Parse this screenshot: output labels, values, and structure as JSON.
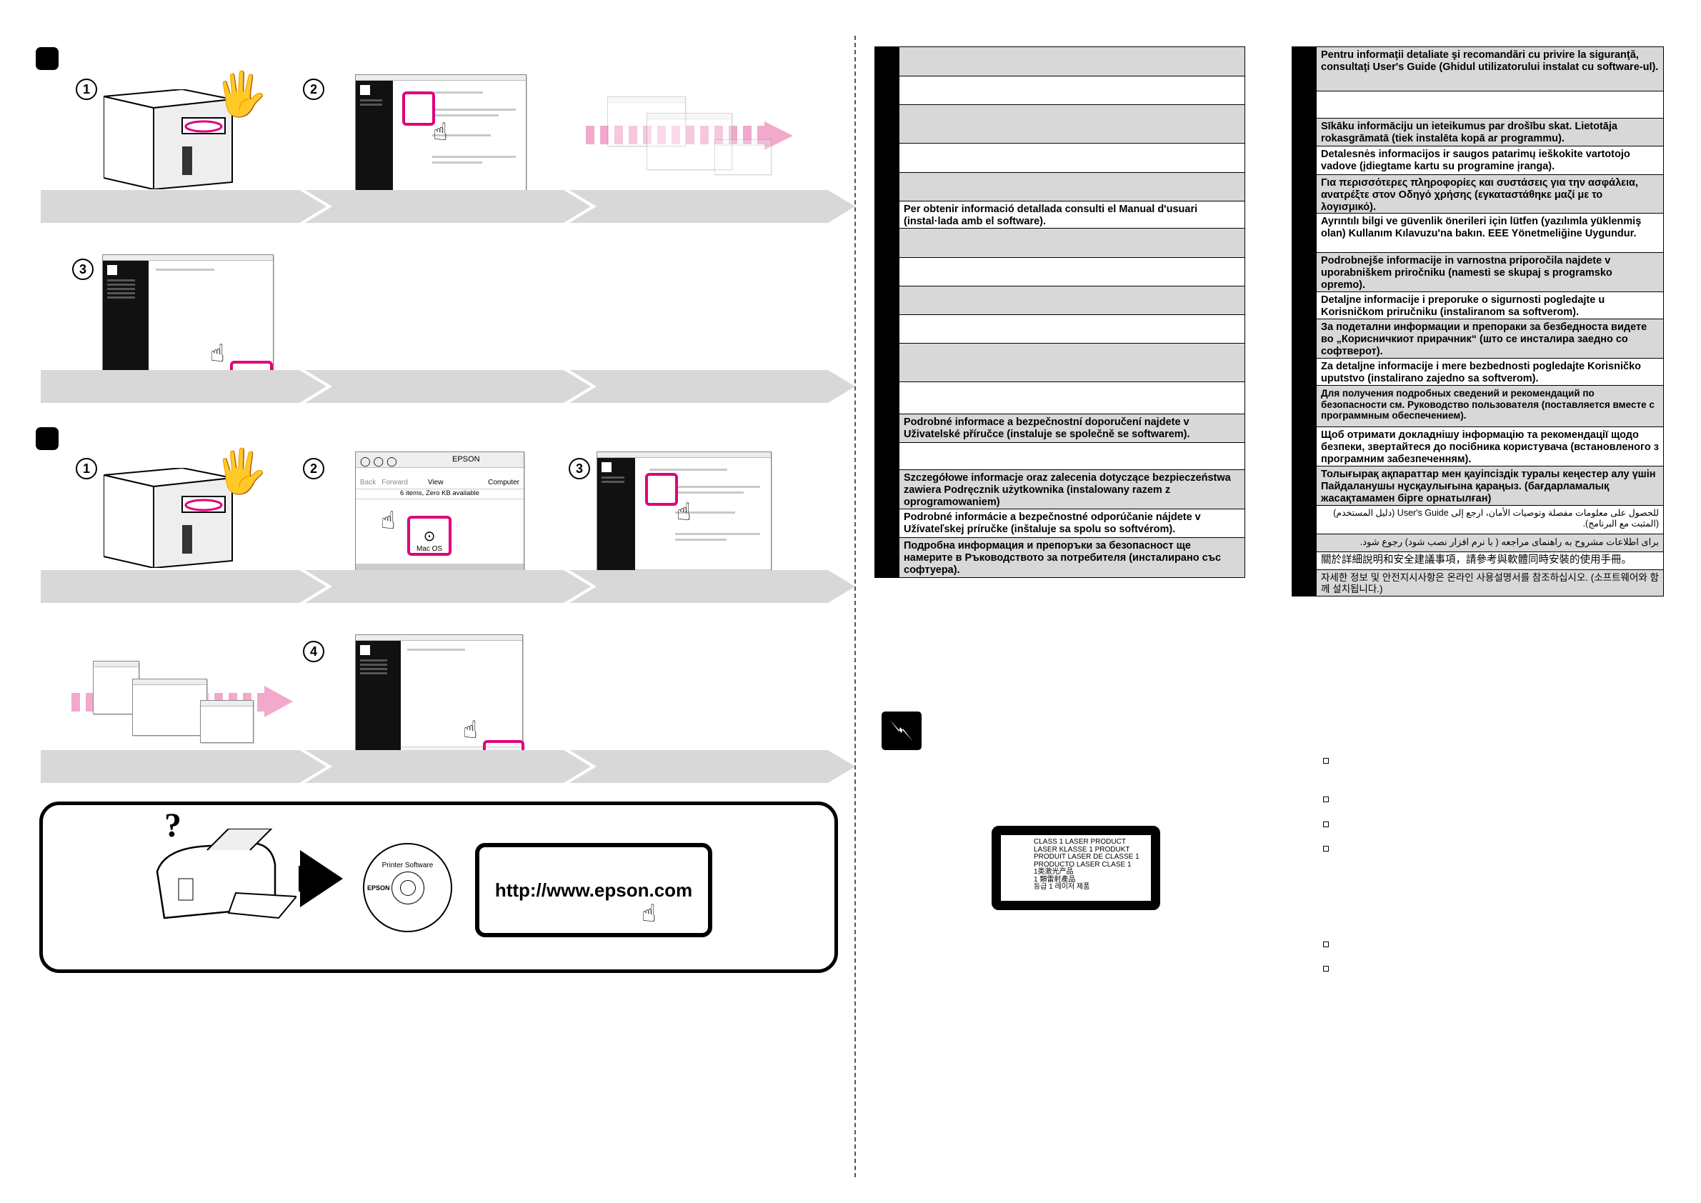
{
  "steps_windows": {
    "step_numbers": [
      "1",
      "2",
      "3",
      "4"
    ]
  },
  "mac_screen": {
    "brand": "EPSON",
    "btn_back": "Back",
    "btn_forward": "Forward",
    "btn_view": "View",
    "btn_computer": "Computer",
    "status": "6 items, Zero KB available",
    "icon_label": "Mac OS"
  },
  "help_box": {
    "question_mark": "?",
    "cd_label_top": "Printer Software",
    "cd_label_brand": "EPSON",
    "url": "http://www.epson.com"
  },
  "middle_table": [
    {
      "text": "",
      "shade": "g"
    },
    {
      "text": "",
      "shade": "w"
    },
    {
      "text": "",
      "shade": "g"
    },
    {
      "text": "",
      "shade": "w"
    },
    {
      "text": "",
      "shade": "g"
    },
    {
      "text": "Per obtenir informació detallada consulti el Manual d'usuari (instal·lada amb el software).",
      "shade": "w"
    },
    {
      "text": "",
      "shade": "g"
    },
    {
      "text": "",
      "shade": "w"
    },
    {
      "text": "",
      "shade": "g"
    },
    {
      "text": "",
      "shade": "w"
    },
    {
      "text": "",
      "shade": "g"
    },
    {
      "text": "",
      "shade": "w"
    },
    {
      "text": "Podrobné informace a bezpečnostní doporučení najdete v Uživatelské příručce (instaluje se společně se softwarem).",
      "shade": "g"
    },
    {
      "text": "",
      "shade": "w"
    },
    {
      "text": "Szczegółowe informacje oraz zalecenia dotyczące bezpieczeństwa zawiera Podręcznik użytkownika (instalowany razem z oprogramowaniem)",
      "shade": "g"
    },
    {
      "text": "Podrobné informácie a bezpečnostné odporúčanie nájdete v Užívateľskej príručke (inštaluje sa spolu so softvérom).",
      "shade": "w"
    },
    {
      "text": "Подробна информация и препоръки за безопасност ще намерите в Ръководството за потребителя (инсталирано със софтуера).",
      "shade": "g"
    }
  ],
  "right_table": [
    {
      "text": "Pentru informaţii detaliate şi recomandări cu privire la siguranţă, consultaţi User's Guide (Ghidul utilizatorului instalat cu software-ul).",
      "shade": "g"
    },
    {
      "text": "",
      "shade": "w"
    },
    {
      "text": "Sīkāku informāciju un ieteikumus par drošību skat. Lietotāja rokasgrāmatā (tiek instalēta kopā ar programmu).",
      "shade": "g"
    },
    {
      "text": "Detalesnės informacijos ir saugos patarimų ieškokite vartotojo vadove (įdiegtame kartu su programine įranga).",
      "shade": "w"
    },
    {
      "text": "Για περισσότερες πληροφορίες και συστάσεις για την ασφάλεια, ανατρέξτε στον Οδηγό χρήσης (εγκαταστάθηκε μαζί με το λογισμικό).",
      "shade": "g"
    },
    {
      "text": "Ayrıntılı bilgi ve güvenlik önerileri için lütfen (yazılımla yüklenmiş olan) Kullanım Kılavuzu'na bakın. EEE Yönetmeliğine Uygundur.",
      "shade": "w"
    },
    {
      "text": "Podrobnejše informacije in varnostna priporočila najdete v uporabniškem priročniku (namesti se skupaj s programsko opremo).",
      "shade": "g"
    },
    {
      "text": "Detaljne informacije i preporuke o sigurnosti pogledajte u Korisničkom priručniku (instaliranom sa softverom).",
      "shade": "w"
    },
    {
      "text": "За подетални информации и препораки за безбедноста видете во „Корисничкиот прирачник“ (што се инсталира заедно со софтверот).",
      "shade": "g"
    },
    {
      "text": "Za detaljne informacije i mere bezbednosti pogledajte Korisničko uputstvo (instalirano zajedno sa softverom).",
      "shade": "w"
    },
    {
      "text": "Для получения подробных сведений и рекомендаций по безопасности см. Руководство пользователя (поставляется вместе с программным обеспечением).",
      "shade": "g"
    },
    {
      "text": "Щоб отримати докладнішу інформацію та рекомендації щодо безпеки, звертайтеся до посібника користувача (встановленого з програмним забезпеченням).",
      "shade": "w"
    },
    {
      "text": "Толығырақ ақпараттар мен қауіпсіздік туралы кеңестер алу үшін Пайдаланушы нұсқаулығына қараңыз. (бағдарламалық жасақтамамен бірге орнатылған)",
      "shade": "g"
    },
    {
      "text": "للحصول على معلومات مفصلة وتوصيات الأمان، ارجع إلى User's Guide (دليل المستخدم) (المثبت مع البرنامج).",
      "shade": "w",
      "rtl": true
    },
    {
      "text": "برای اطلاعات مشروح به راهنمای مراجعه ( با نرم افزار نصب شود) رجوع شود.",
      "shade": "g",
      "rtl": true
    },
    {
      "text": "關於詳細說明和安全建議事項，請參考與軟體同時安裝的使用手冊。",
      "shade": "w"
    },
    {
      "text": "자세한 정보 및 안전지시사항은 온라인 사용설명서를 참조하십시오. (소프트웨어와 함께 설치됩니다.)",
      "shade": "g"
    }
  ],
  "laser_label": {
    "lines": [
      "CLASS 1 LASER PRODUCT",
      "LASER KLASSE 1 PRODUKT",
      "PRODUIT LASER DE CLASSE 1",
      "PRODUCTO LASER CLASE 1",
      "1类激光产品",
      "1 類雷射產品",
      "등급 1 레이저 제품"
    ]
  },
  "colors": {
    "accent_pink": "#e0007a",
    "band_gray": "#d8d8d8",
    "table_gray": "#d8d8d8"
  }
}
